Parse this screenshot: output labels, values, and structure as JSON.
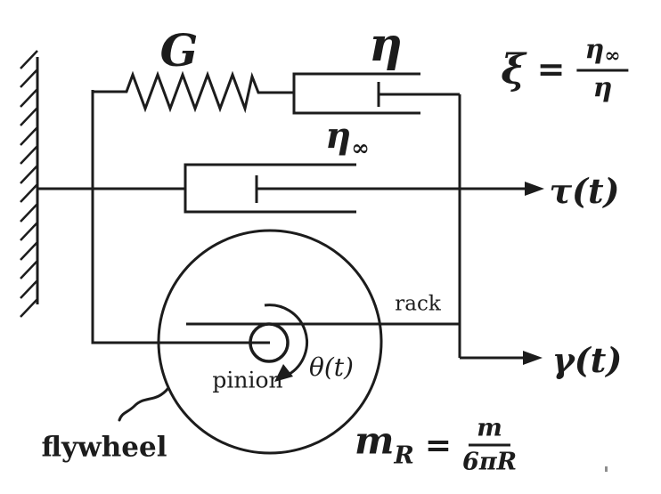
{
  "labels": {
    "spring_modulus": "G",
    "dashpot_top": "η",
    "dashpot_mid_base": "η",
    "dashpot_mid_sub": "∞",
    "stress_output": "τ(t)",
    "strain_output": "γ(t)",
    "rack": "rack",
    "pinion": "pinion",
    "rotation_angle": "θ(t)",
    "flywheel": "flywheel"
  },
  "equations": {
    "xi": {
      "lhs": "ξ",
      "equals": "=",
      "numerator_base": "η",
      "numerator_sub": "∞",
      "denominator": "η"
    },
    "reduced_mass": {
      "lhs_base": "m",
      "lhs_sub": "R",
      "equals": "=",
      "numerator": "m",
      "denominator": "6πR"
    }
  },
  "colors": {
    "line": "#1c1c1c",
    "flywheel_fill": "#d4d4d4",
    "background": "#ffffff"
  }
}
